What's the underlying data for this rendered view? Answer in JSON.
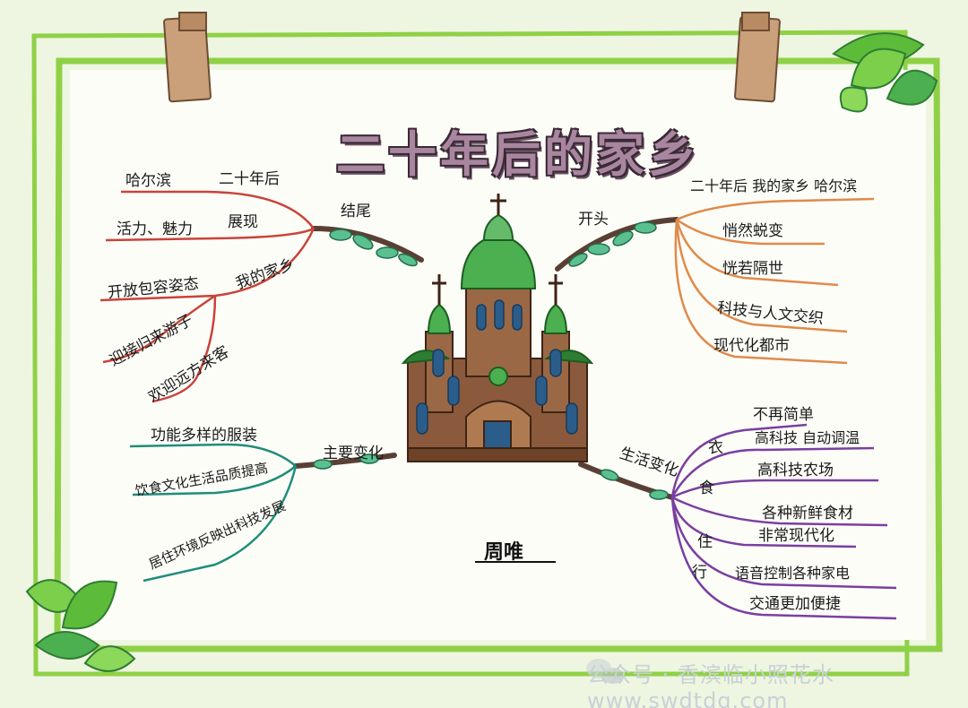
{
  "title": "二十年后的家乡",
  "author": "周唯",
  "watermark": "公众号 · 香滨临小照花水  www.swdtdq.com",
  "colors": {
    "frame": "#8fd146",
    "background": "#eef5e1",
    "paper": "#fdfdf8",
    "ending_branch": "#c9433a",
    "opening_branch": "#e08a4a",
    "changes_branch": "#1f8d7a",
    "life_branch": "#7a3fa0",
    "church": "#8b5a3c",
    "dome": "#4caf50"
  },
  "ending": {
    "label": "结尾",
    "items": [
      "哈尔滨",
      "二十年后",
      "活力、魅力",
      "展现",
      "开放包容姿态",
      "我的家乡",
      "迎接归来游子",
      "欢迎远方来客"
    ]
  },
  "opening": {
    "label": "开头",
    "items": [
      "二十年后  我的家乡 哈尔滨",
      "悄然蜕变",
      "恍若隔世",
      "科技与人文交织",
      "现代化都市"
    ]
  },
  "changes": {
    "label": "主要变化",
    "items": [
      "功能多样的服装",
      "饮食文化生活品质提高",
      "居住环境反映出科技发展"
    ]
  },
  "life": {
    "label": "生活变化",
    "categories": [
      "衣",
      "食",
      "住",
      "行"
    ],
    "items": [
      "不再简单",
      "高科技 自动调温",
      "高科技农场",
      "各种新鲜食材",
      "非常现代化",
      "语音控制各种家电",
      "交通更加便捷"
    ]
  }
}
